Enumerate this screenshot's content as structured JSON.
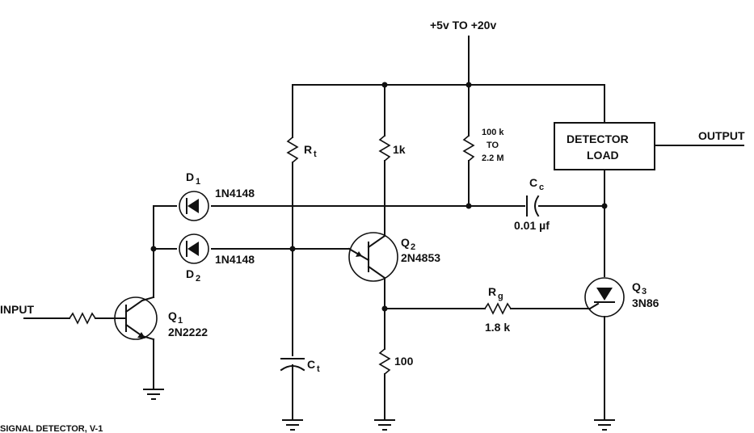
{
  "supply_label": "+5v TO +20v",
  "output_label": "OUTPUT",
  "input_label": "INPUT",
  "detector_load": {
    "line1": "DETECTOR",
    "line2": "LOAD"
  },
  "r_load": {
    "line1": "100 k",
    "line2": "TO",
    "line3": "2.2 M"
  },
  "r_t": {
    "name": "R",
    "sub": "t"
  },
  "r_1k": "1k",
  "r_100": "100",
  "c_t": {
    "name": "C",
    "sub": "t"
  },
  "c_c": {
    "name": "C",
    "sub": "c",
    "value": "0.01 µf"
  },
  "r_g": {
    "name": "R",
    "sub": "g",
    "value": "1.8 k"
  },
  "d1": {
    "name": "D",
    "sub": "1",
    "part": "1N4148"
  },
  "d2": {
    "name": "D",
    "sub": "2",
    "part": "1N4148"
  },
  "q1": {
    "name": "Q",
    "sub": "1",
    "part": "2N2222"
  },
  "q2": {
    "name": "Q",
    "sub": "2",
    "part": "2N4853"
  },
  "q3": {
    "name": "Q",
    "sub": "3",
    "part": "3N86"
  },
  "caption": "SIGNAL DETECTOR, V-1"
}
